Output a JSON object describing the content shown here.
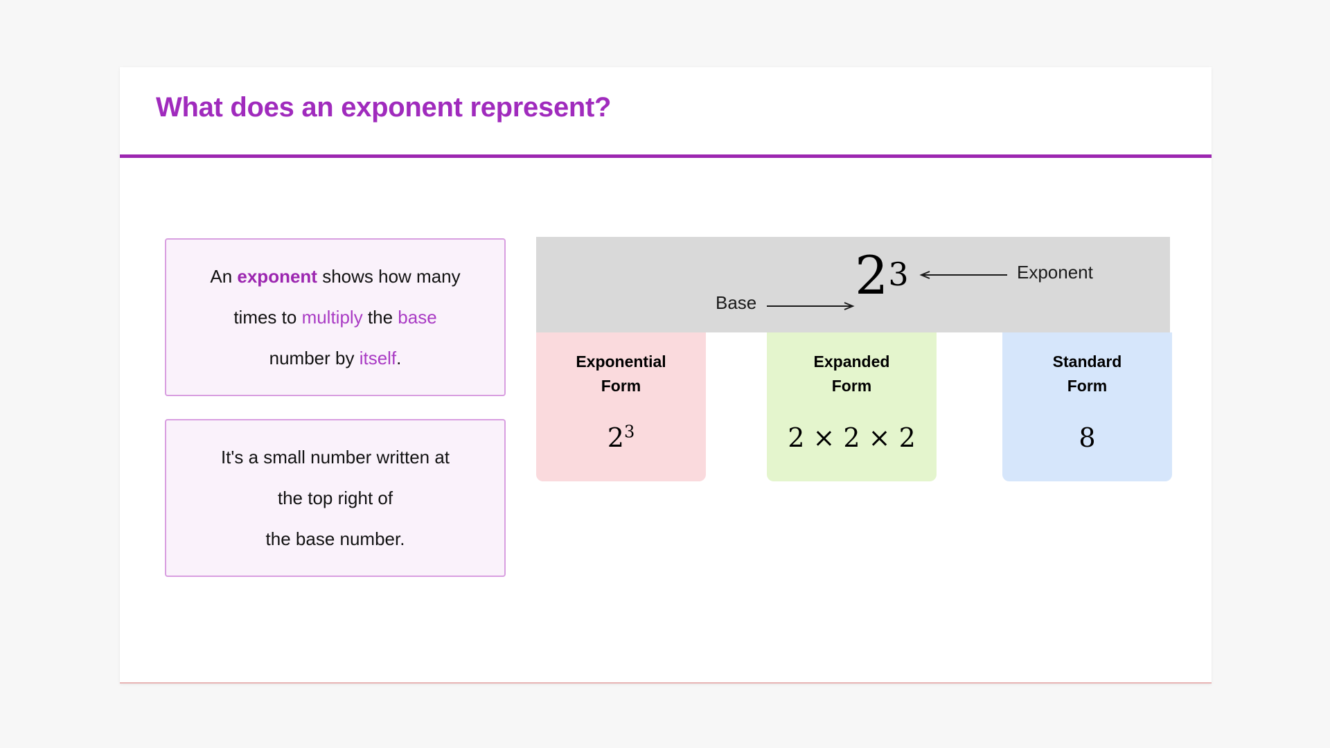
{
  "slide": {
    "title": "What does an exponent represent?",
    "accent_color": "#9c27b0",
    "title_color": "#a02bbd",
    "rule_color": "#9c27b0",
    "bottom_rule_color": "#e8b4b4",
    "background": "#f7f7f7",
    "card_background": "#ffffff"
  },
  "info_cards": [
    {
      "border_color": "#d89ee0",
      "background": "#faf2fb",
      "lines": [
        {
          "parts": [
            {
              "text": "An ",
              "style": "plain"
            },
            {
              "text": "exponent",
              "style": "bold-keyword"
            },
            {
              "text": " shows how many",
              "style": "plain"
            }
          ]
        },
        {
          "parts": [
            {
              "text": "times to ",
              "style": "plain"
            },
            {
              "text": "multiply",
              "style": "keyword"
            },
            {
              "text": " the ",
              "style": "plain"
            },
            {
              "text": "base",
              "style": "keyword"
            }
          ]
        },
        {
          "parts": [
            {
              "text": "number by ",
              "style": "plain"
            },
            {
              "text": "itself",
              "style": "keyword"
            },
            {
              "text": ".",
              "style": "plain"
            }
          ]
        }
      ]
    },
    {
      "border_color": "#d89ee0",
      "background": "#faf2fb",
      "lines": [
        {
          "parts": [
            {
              "text": "It's a small number written at",
              "style": "plain"
            }
          ]
        },
        {
          "parts": [
            {
              "text": "the top right of",
              "style": "plain"
            }
          ]
        },
        {
          "parts": [
            {
              "text": "the base number.",
              "style": "plain"
            }
          ]
        }
      ]
    }
  ],
  "diagram": {
    "banner_color": "#d9d9d9",
    "base_label": "Base",
    "exponent_label": "Exponent",
    "expression": {
      "base": "2",
      "exponent": "3"
    }
  },
  "form_cards": [
    {
      "title": "Exponential\nForm",
      "value_base": "2",
      "value_sup": "3",
      "value_text": "",
      "color": "#fadadd"
    },
    {
      "title": "Expanded\nForm",
      "value_base": "",
      "value_sup": "",
      "value_text": "2 × 2 × 2",
      "color": "#e4f5cd"
    },
    {
      "title": "Standard\nForm",
      "value_base": "",
      "value_sup": "",
      "value_text": "8",
      "color": "#d6e6fb"
    }
  ]
}
